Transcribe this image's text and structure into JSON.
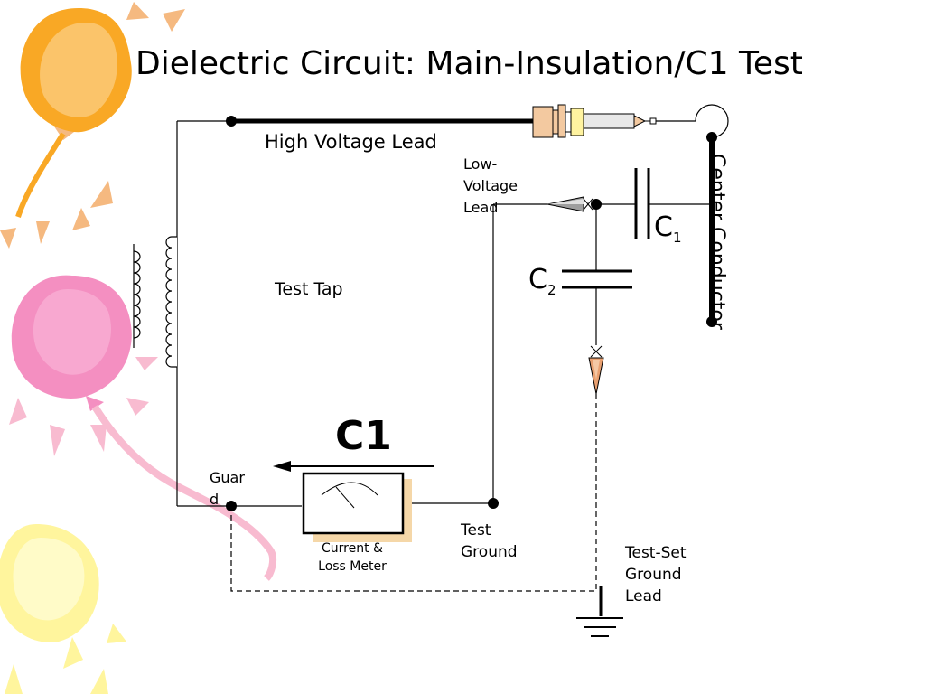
{
  "slide": {
    "title": "Dielectric Circuit: Main-Insulation/C1 Test"
  },
  "labels": {
    "high_voltage_lead": "High Voltage Lead",
    "low_voltage_lead": "Low-Voltage Lead",
    "test_tap": "Test Tap",
    "c1_cap": "C",
    "c1_sub": "1",
    "c2_cap": "C",
    "c2_sub": "2",
    "center_conductor": "Center Conductor",
    "c1_current": "C1",
    "guard": "Guard",
    "meter": "Current & Loss Meter",
    "test_ground": "Test Ground",
    "test_set_ground_lead": "Test-Set Ground Lead"
  },
  "colors": {
    "wire": "#000000",
    "balloon_orange": "#f9a825",
    "balloon_pink": "#f48fc1",
    "balloon_yellow": "#fff59d",
    "ray_orange": "#f5b980",
    "ray_pink": "#f8bbd0",
    "meter_shadow": "#f5d7a8",
    "bushing_tan": "#f3c9a0",
    "bushing_yellow": "#fff3a0",
    "probe_tip": "#e9a070"
  }
}
